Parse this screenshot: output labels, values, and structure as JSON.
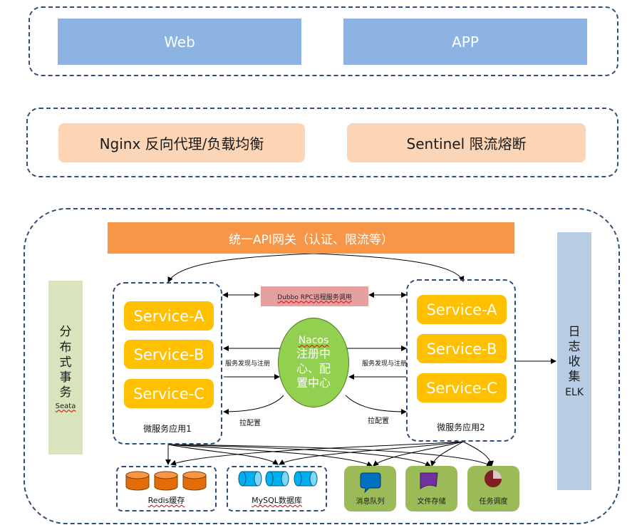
{
  "client_layer": {
    "web_label": "Web",
    "app_label": "APP"
  },
  "proxy_layer": {
    "nginx_label": "Nginx 反向代理/负载均衡",
    "sentinel_label": "Sentinel 限流熔断"
  },
  "gateway": {
    "label": "统一API网关（认证、限流等）"
  },
  "seata": {
    "title_chars": "分布式事务",
    "sub": "Seata"
  },
  "rpc": {
    "label": "Dubbo RPC远程服务调用"
  },
  "app1": {
    "services": [
      "Service-A",
      "Service-B",
      "Service-C"
    ],
    "name": "微服务应用1"
  },
  "app2": {
    "services": [
      "Service-A",
      "Service-B",
      "Service-C"
    ],
    "name": "微服务应用2"
  },
  "nacos": {
    "line1": "Nacos",
    "line2": "注册中",
    "line3": "心、配",
    "line4": "置中心"
  },
  "labels": {
    "discover_left": "服务发现与注册",
    "discover_right": "服务发现与注册",
    "pull_left": "拉配置",
    "pull_right": "拉配置"
  },
  "elk": {
    "title": "日志收集",
    "sub": "ELK"
  },
  "storage": {
    "redis_label": "Redis缓存",
    "mysql_label": "MySQL数据库",
    "mq_label": "消息队列",
    "file_label": "文件存储",
    "task_label": "任务调度"
  },
  "colors": {
    "client_box": "#8db3e2",
    "proxy_box": "#fbd5b5",
    "gateway": "#f79646",
    "service": "#ffc000",
    "nacos": "#92d050",
    "seata": "#d7e4bc",
    "elk": "#b8cce4",
    "redis": "#e36c09",
    "mysql": "#00b0f0",
    "tile": "#9bbb59",
    "rpc": "#e6a0a0"
  }
}
